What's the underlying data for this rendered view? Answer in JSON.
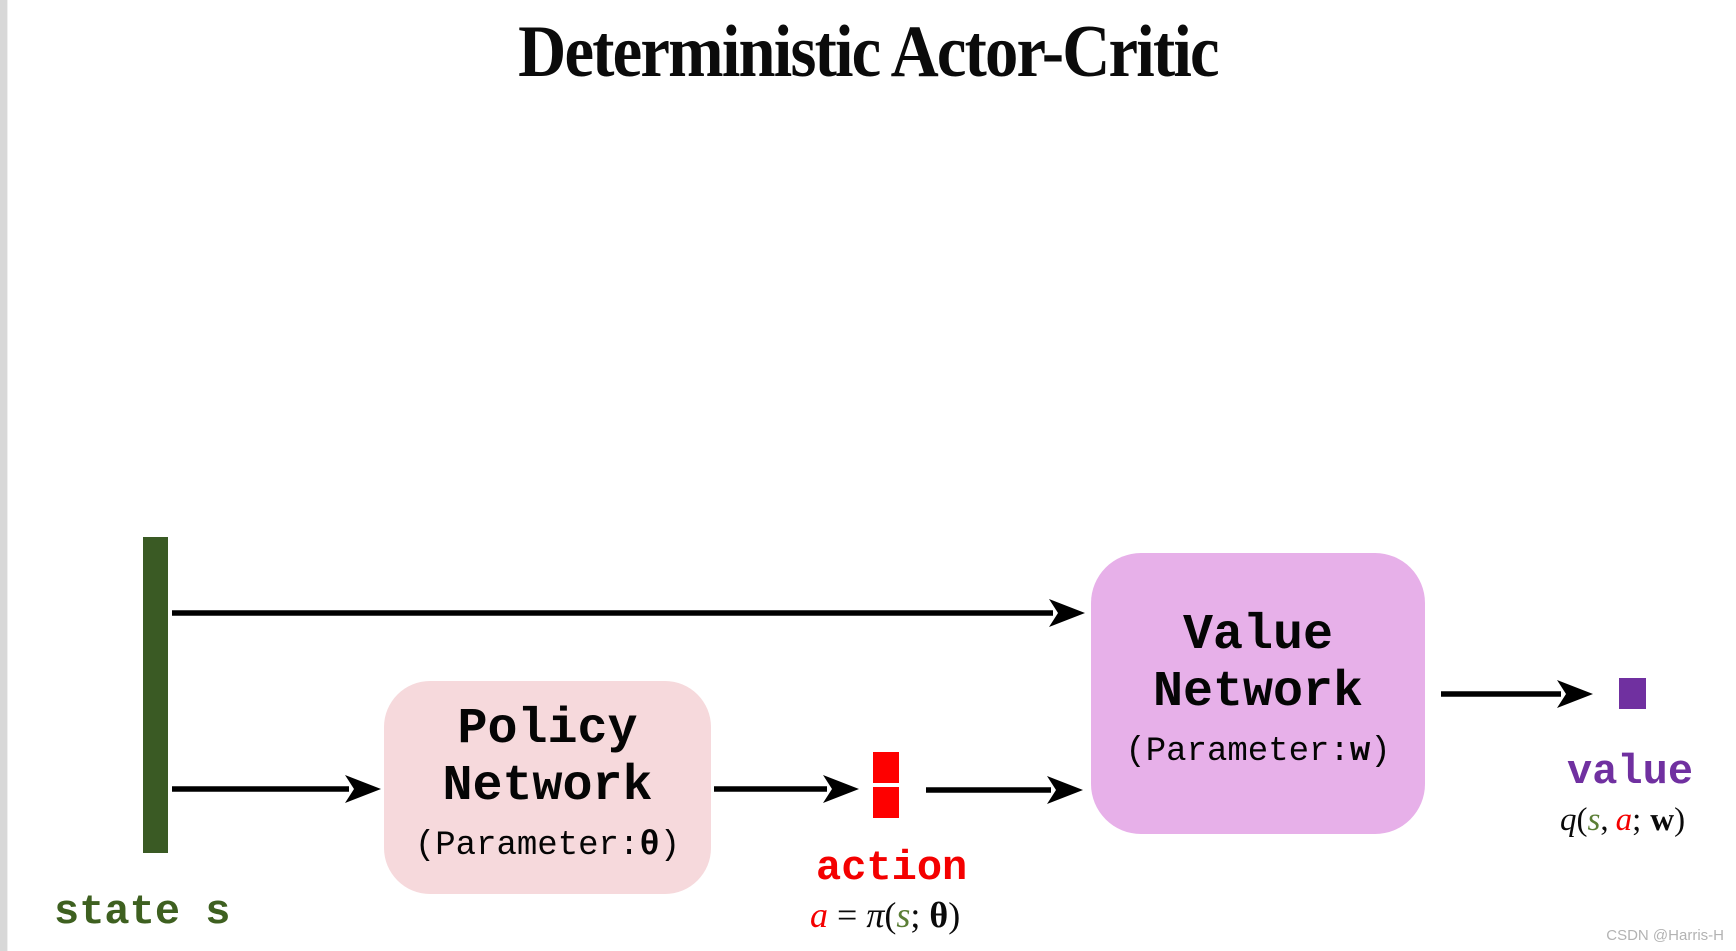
{
  "title": "Deterministic Actor-Critic",
  "state": {
    "label": "state s"
  },
  "policy_network": {
    "name_line1": "Policy",
    "name_line2": "Network",
    "param_open": "(Parameter:",
    "param_symbol": "θ",
    "param_close": ")"
  },
  "value_network": {
    "name_line1": "Value",
    "name_line2": "Network",
    "param_open": "(Parameter:",
    "param_symbol": "w",
    "param_close": ")"
  },
  "action": {
    "label": "action",
    "formula": {
      "lhs": "a",
      "equals": "=",
      "pi": "π",
      "open": "(",
      "s": "s",
      "semicolon": ";",
      "theta": "θ",
      "close": ")"
    }
  },
  "value_output": {
    "label": "value",
    "formula": {
      "q": "q",
      "open": "(",
      "s": "s",
      "comma": ",",
      "a": "a",
      "semicolon": ";",
      "w": "w",
      "close": ")"
    }
  },
  "watermark": "CSDN @Harris-H",
  "colors": {
    "state_bar_green": "#3a5a24",
    "state_text_green": "#3e6020",
    "formula_s_green": "#5b7e35",
    "action_red": "#f40000",
    "action_bar_red": "#fe0000",
    "value_purple": "#7030a0",
    "policy_box_pink": "#f6d9dc",
    "value_box_violet": "#e7b0e9",
    "arrow_black": "#000000",
    "watermark_gray": "#b3b3b3"
  }
}
